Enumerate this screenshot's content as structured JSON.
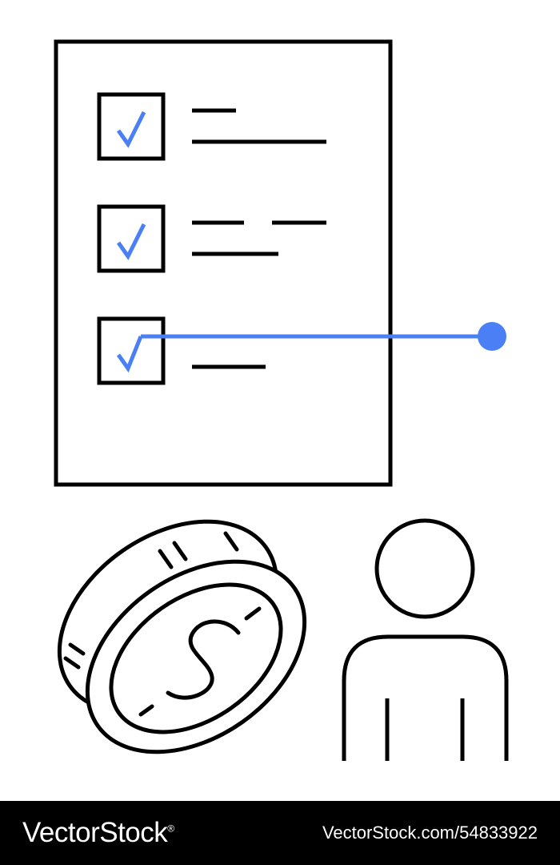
{
  "colors": {
    "background": "#ffffff",
    "stroke": "#000000",
    "accent": "#4a7ff5",
    "footer_bg": "#000000",
    "footer_text": "#ffffff"
  },
  "illustration": {
    "elements": [
      "checklist-document-icon",
      "checkmark-icon",
      "connector-line",
      "coin-dollar-icon",
      "person-icon"
    ],
    "checklist_items_checked": 3
  },
  "footer": {
    "brand": "VectorStock",
    "brand_registered": "®",
    "stock_id": "VectorStock.com/54833922"
  }
}
